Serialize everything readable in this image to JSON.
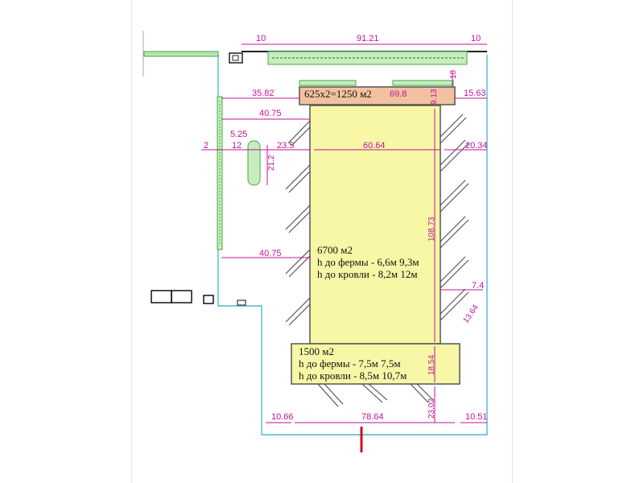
{
  "dims": {
    "top_left_setback": "10",
    "top_width": "91.21",
    "top_right_setback": "10",
    "top_side_depth": "10",
    "west_gap_top": "35.82",
    "strip_length": "69.8",
    "strip_depth": "9.13",
    "east_gap_top": "15.63",
    "west_gap_upper": "40.75",
    "inner_5_25": "5.25",
    "inner_2": "2",
    "inner_12": "12",
    "inner_23_5": "23.5",
    "main_width": "60.64",
    "east_gap_mid": "20.34",
    "oval_length": "21.2",
    "main_length": "108.73",
    "west_gap_lower": "40.75",
    "east_7_4": "7.4",
    "east_13_64": "13.64",
    "south_block_depth": "18.54",
    "south_yard_depth": "23.02",
    "bottom_left": "10.66",
    "bottom_width": "78.64",
    "bottom_right": "10.51"
  },
  "areas": {
    "strip_label": "625x2=1250 м2",
    "main_area": "6700 м2",
    "main_truss": "h до фермы - 6,6м 9,3м",
    "main_roof": "h до кровли - 8,2м 12м",
    "south_area": "1500 м2",
    "south_truss": "h до фермы - 7,5м 7,5м",
    "south_roof": "h до кровли - 8,5м 10,7м"
  },
  "colors": {
    "building_fill": "#f7f7a6",
    "building_stroke": "#555555",
    "strip_fill": "#f2c2a0",
    "green": "#3fae3f",
    "dimension": "#c0139a",
    "site_boundary": "#4fb9d0",
    "marker_red": "#d01020"
  }
}
